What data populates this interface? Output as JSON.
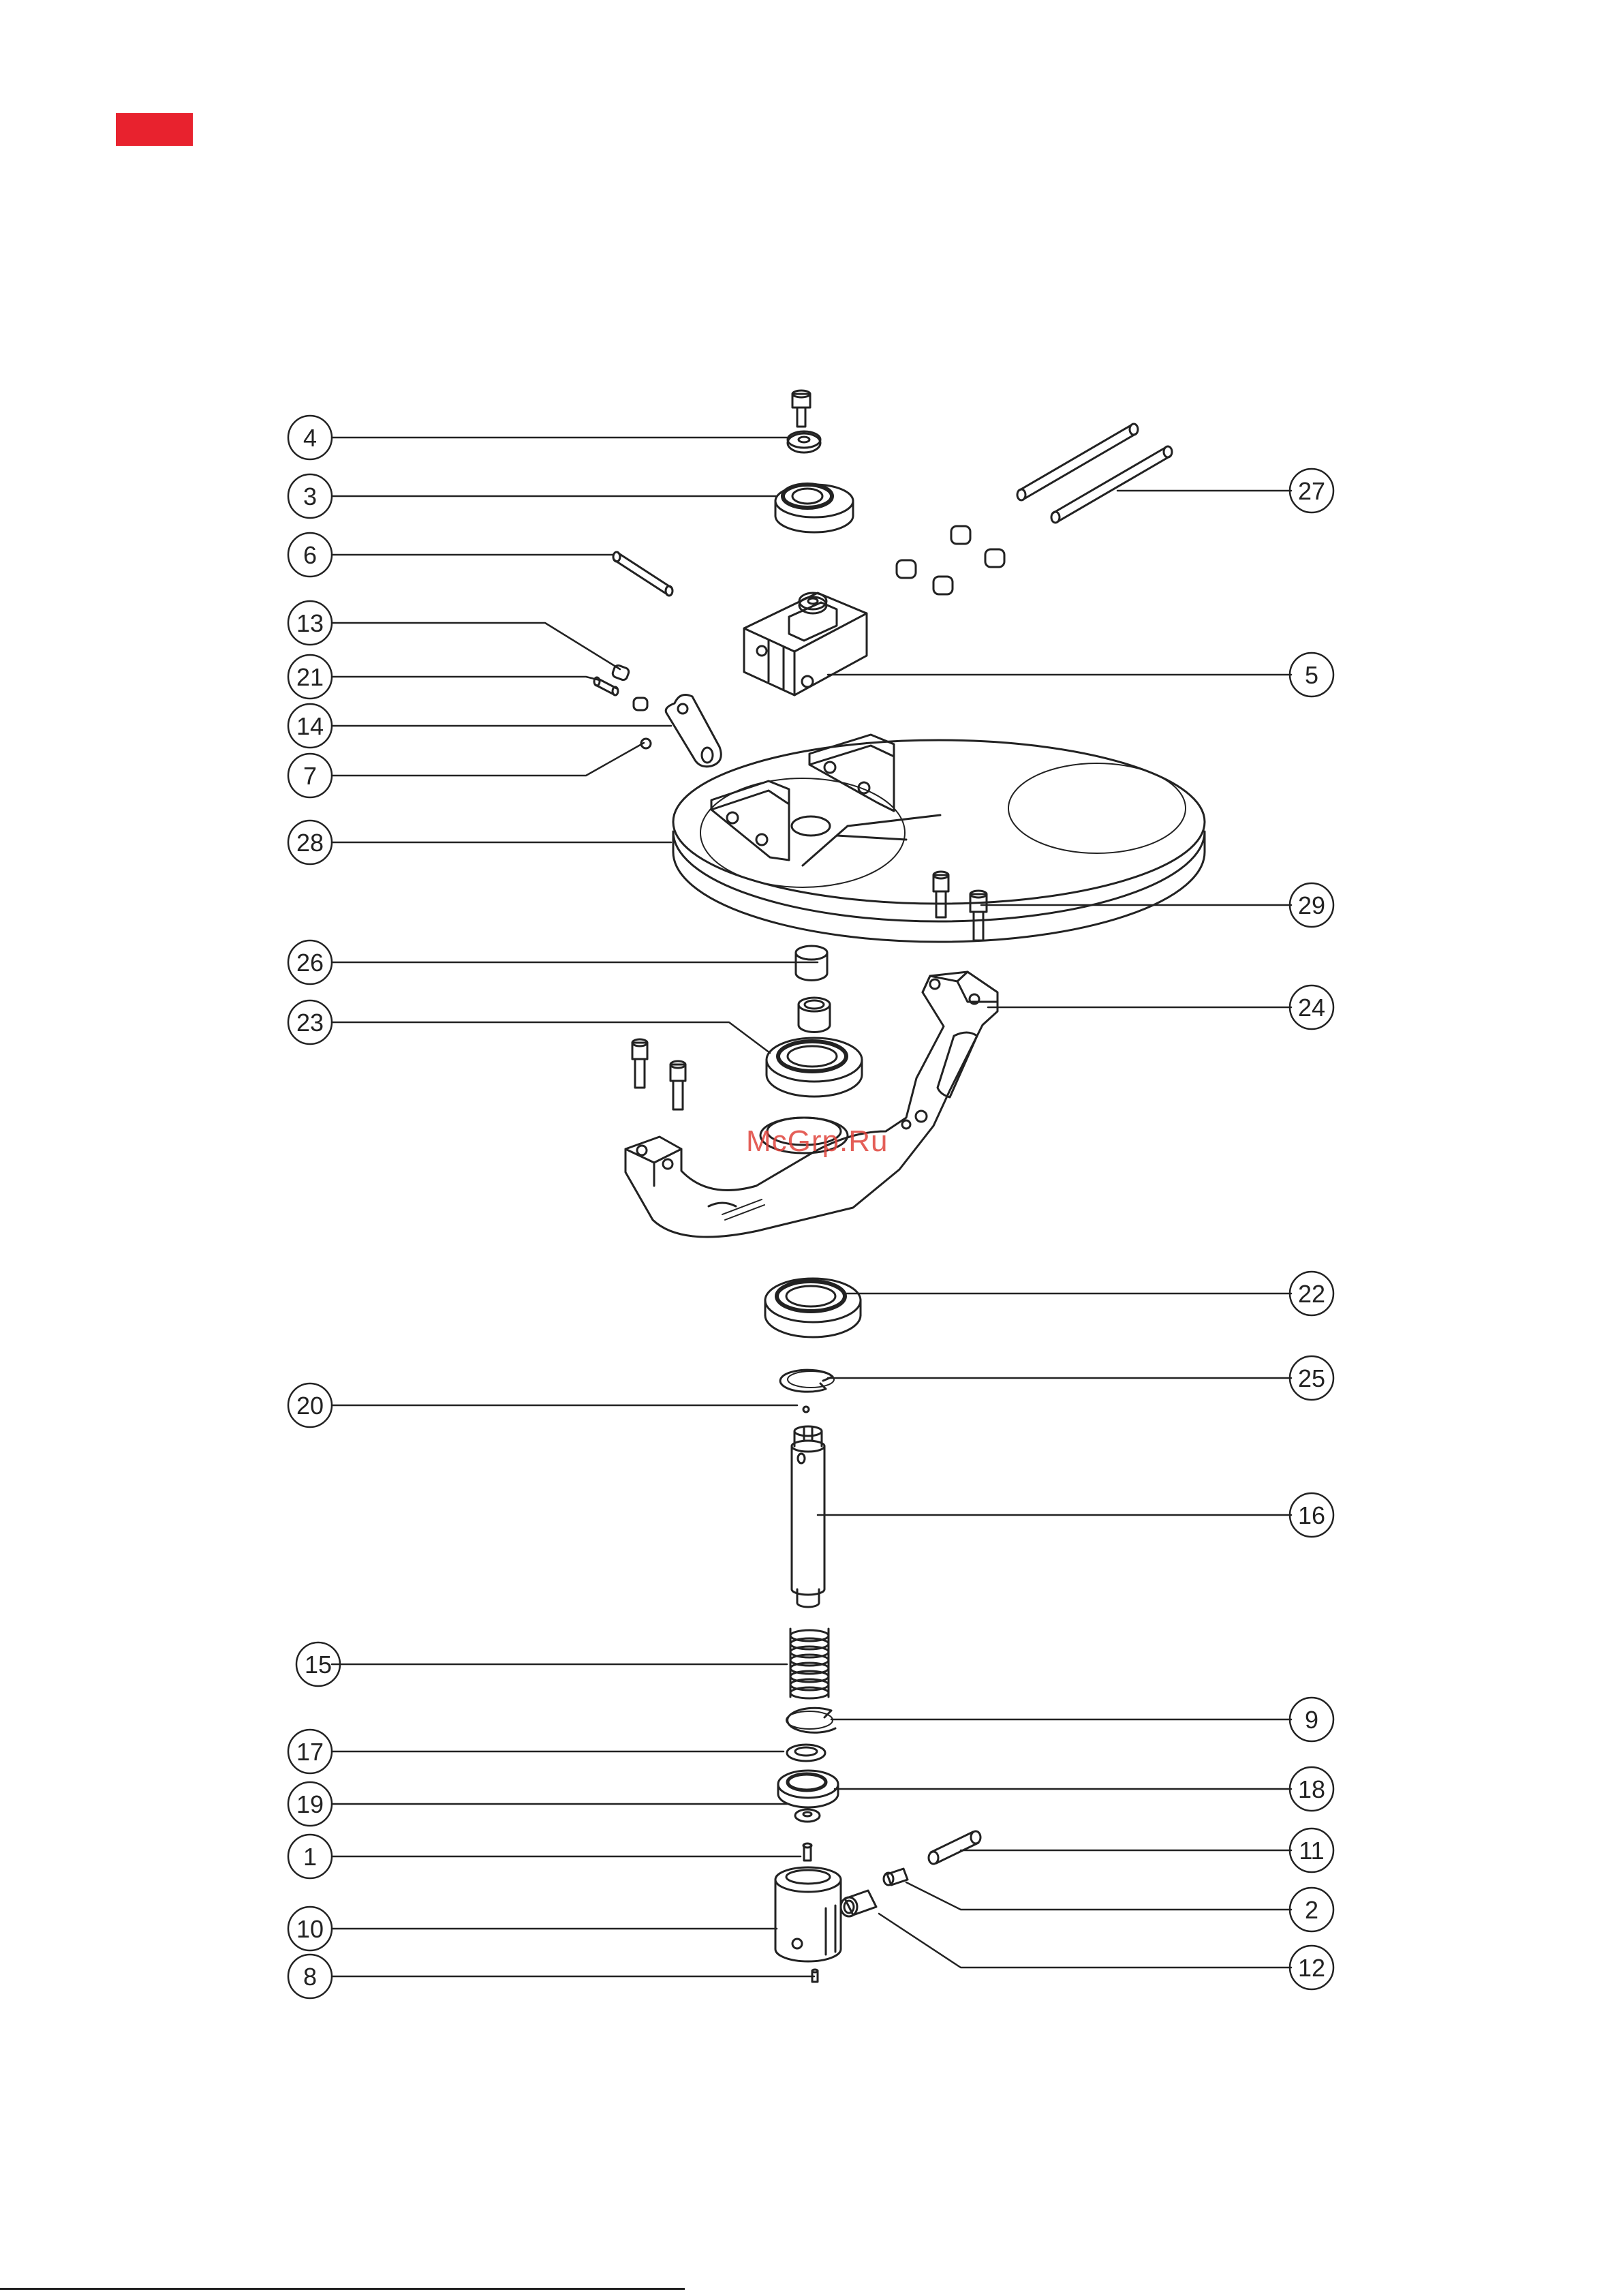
{
  "page": {
    "accent_color": "#e8222e"
  },
  "watermark": "McGrp.Ru",
  "callouts": {
    "c1": "1",
    "c2": "2",
    "c3": "3",
    "c4": "4",
    "c5": "5",
    "c6": "6",
    "c7": "7",
    "c8": "8",
    "c9": "9",
    "c10": "10",
    "c11": "11",
    "c12": "12",
    "c13": "13",
    "c14": "14",
    "c15": "15",
    "c16": "16",
    "c17": "17",
    "c18": "18",
    "c19": "19",
    "c20": "20",
    "c21": "21",
    "c22": "22",
    "c23": "23",
    "c24": "24",
    "c25": "25",
    "c26": "26",
    "c27": "27",
    "c28": "28",
    "c29": "29"
  }
}
